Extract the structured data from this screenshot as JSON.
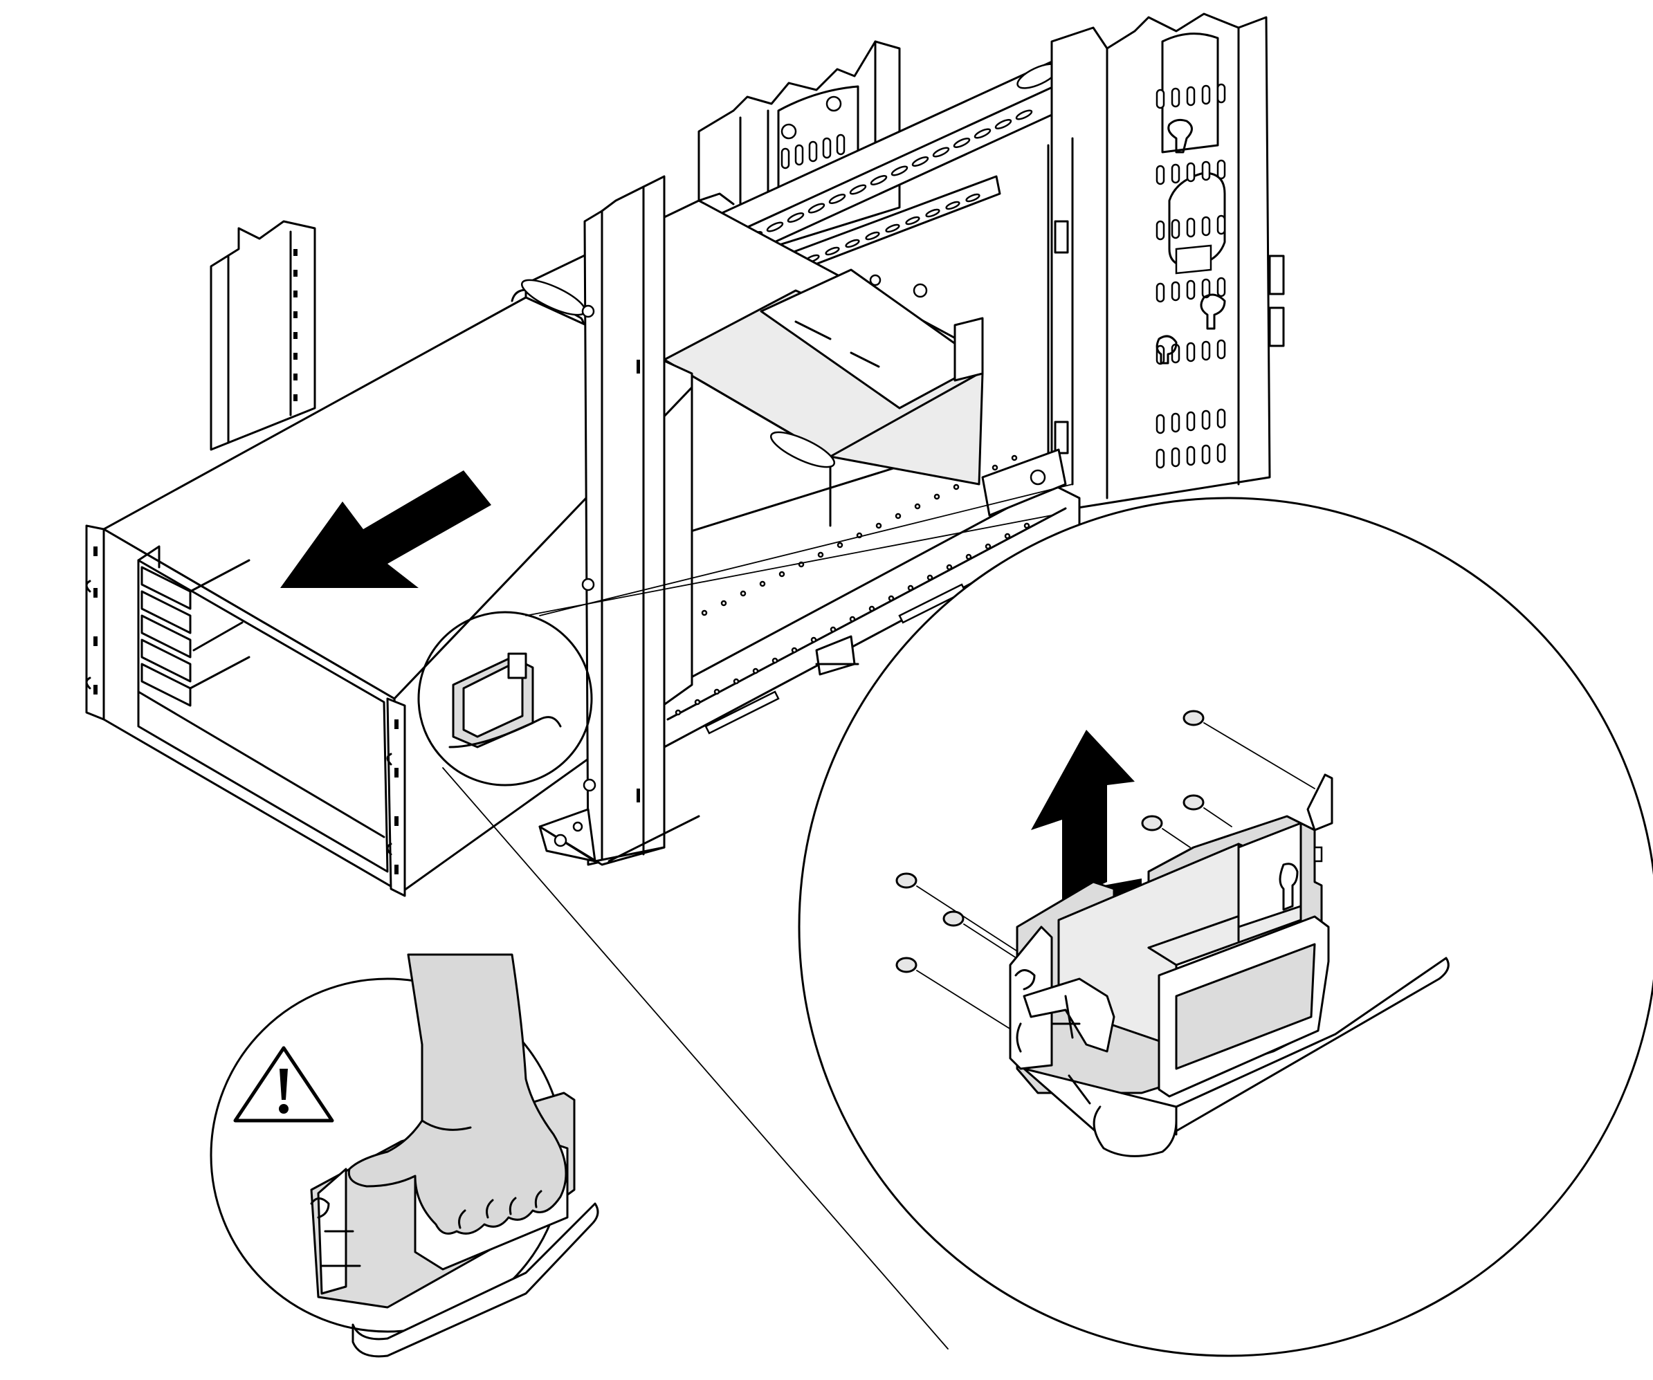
{
  "figure": {
    "main_view": "server-chassis-sliding-out-of-rack",
    "detail_callouts": [
      "rack-handle-detail",
      "caution-hand-grip-detail"
    ],
    "colors": {
      "line": "#000000",
      "background": "#ffffff",
      "shaded_part": "#dcdcdc",
      "hand": "#d9d9d9"
    },
    "icons": {
      "slide_direction": "arrow-left-down-icon",
      "lift_direction": "arrow-up-icon",
      "caution": "warning-triangle-icon"
    }
  }
}
